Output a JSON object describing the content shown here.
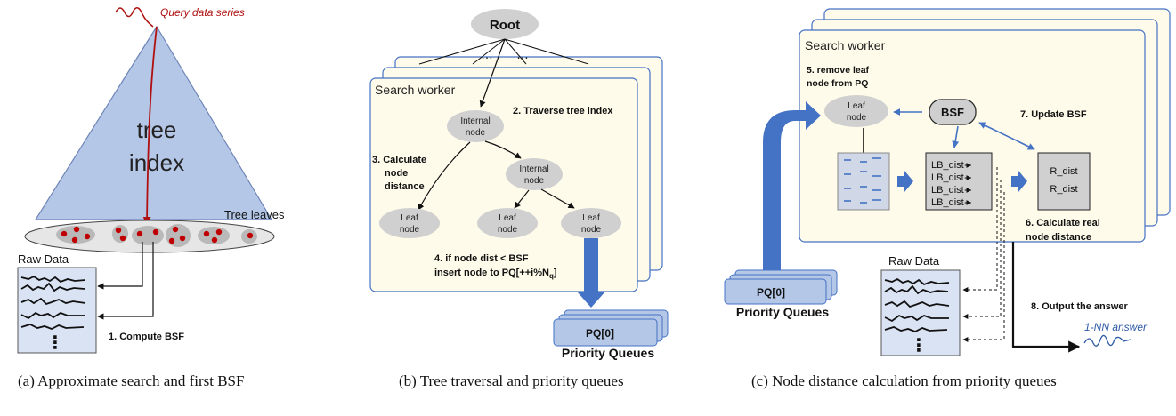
{
  "panel_a": {
    "query_label": "Query data series",
    "tree_line1": "tree",
    "tree_line2": "index",
    "leaves_label": "Tree leaves",
    "raw_data_label": "Raw Data",
    "dots": "⋮",
    "compute_label": "1. Compute BSF",
    "caption": "(a) Approximate search and first BSF"
  },
  "panel_b": {
    "root_label": "Root",
    "ellipsis_left": "…",
    "ellipsis_right": "…",
    "worker_label": "Search worker",
    "internal1_line1": "Internal",
    "internal1_line2": "node",
    "internal2_line1": "Internal",
    "internal2_line2": "node",
    "leaf1_line1": "Leaf",
    "leaf1_line2": "node",
    "leaf2_line1": "Leaf",
    "leaf2_line2": "node",
    "leaf3_line1": "Leaf",
    "leaf3_line2": "node",
    "step2": "2. Traverse tree index",
    "step3_line1": "3. Calculate",
    "step3_line2": "node",
    "step3_line3": "distance",
    "step4_line1": "4. if node dist < BSF",
    "step4_line2": "insert node to PQ[++i%N",
    "step4_sub": "q",
    "step4_end": "]",
    "pq_label": "PQ[0]",
    "pq_title": "Priority Queues",
    "caption": "(b) Tree traversal and priority queues"
  },
  "panel_c": {
    "worker_label": "Search worker",
    "step5_line1": "5. remove leaf",
    "step5_line2": "node from PQ",
    "leaf_line1": "Leaf",
    "leaf_line2": "node",
    "bsf_label": "BSF",
    "step7": "7. Update BSF",
    "lb": [
      "LB_dist",
      "LB_dist",
      "LB_dist",
      "LB_dist"
    ],
    "rd": [
      "R_dist",
      "R_dist"
    ],
    "step6_line1": "6. Calculate real",
    "step6_line2": "node distance",
    "pq_label": "PQ[0]",
    "pq_title": "Priority Queues",
    "raw_data_label": "Raw Data",
    "dots": "⋮",
    "step8": "8. Output the answer",
    "answer_label": "1-NN answer",
    "caption": "(c) Node distance calculation from priority queues"
  },
  "colors": {
    "query_red": "#b01010",
    "triangle_fill": "#b4c7e7",
    "triangle_stroke": "#6f86b8",
    "node_gray": "#d0d0d0",
    "panel_blue": "#4472c4",
    "worker_fill": "#fffbea",
    "answer_blue": "#2f5aa8"
  }
}
